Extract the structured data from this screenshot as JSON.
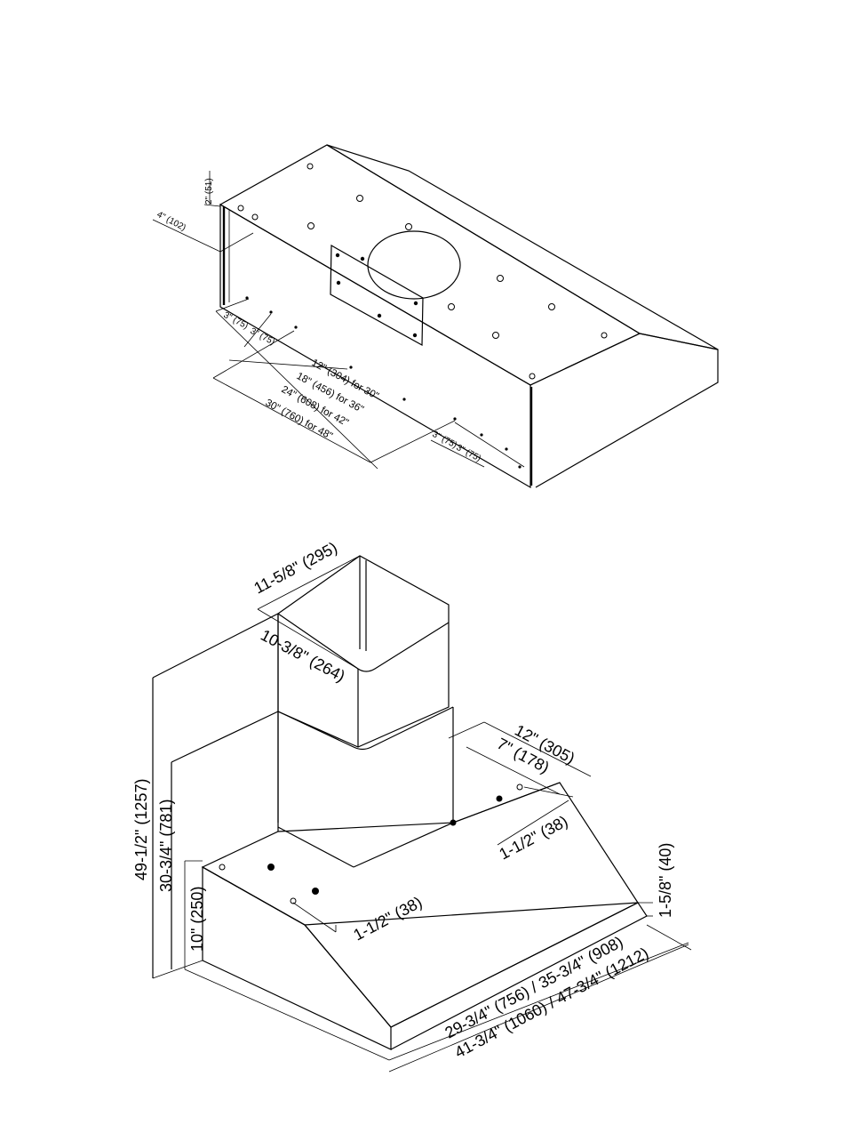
{
  "top_view": {
    "labels": {
      "top_offset": "2\" (51)",
      "side_offset": "4\" (102)",
      "left_spacing_a": "3\" (75)",
      "left_spacing_b": "3\" (75)",
      "right_spacing_a": "3\" (75)",
      "right_spacing_b": "3\" (75)",
      "span_30": "12\" (304) for 30\"",
      "span_36": "18\" (456) for 36\"",
      "span_42": "24\" (608) for 42\"",
      "span_48": "30\" (760) for 48\""
    }
  },
  "front_view": {
    "labels": {
      "duct_width": "11-5/8\" (295)",
      "duct_depth": "10-3/8\" (264)",
      "depth_total": "12\" (305)",
      "depth_inner": "7\" (178)",
      "back_offset": "1-1/2\" (38)",
      "front_offset": "1-1/2\" (38)",
      "front_height": "1-5/8\" (40)",
      "total_height": "49-1/2\" (1257)",
      "mid_height": "30-3/4\" (781)",
      "hood_height": "10\" (250)",
      "width_small": "29-3/4\" (756) / 35-3/4\" (908)",
      "width_large": "41-3/4\" (1060) / 47-3/4\" (1212)"
    }
  }
}
